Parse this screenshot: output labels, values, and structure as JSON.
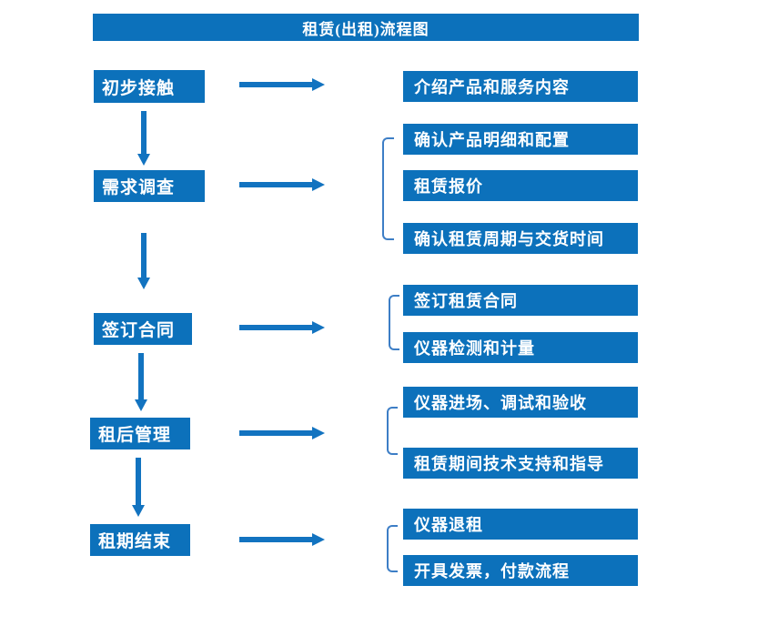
{
  "title": "租赁(出租)流程图",
  "colors": {
    "box_blue": "#0c71bb",
    "arrow_blue": "#1273c0",
    "bracket_blue": "#3d7ec6",
    "text_white": "#ffffff"
  },
  "stages": [
    {
      "label": "初步接触",
      "details": [
        "介绍产品和服务内容"
      ]
    },
    {
      "label": "需求调查",
      "details": [
        "确认产品明细和配置",
        "租赁报价",
        "确认租赁周期与交货时间"
      ]
    },
    {
      "label": "签订合同",
      "details": [
        "签订租赁合同",
        "仪器检测和计量"
      ]
    },
    {
      "label": "租后管理",
      "details": [
        "仪器进场、调试和验收",
        "租赁期间技术支持和指导"
      ]
    },
    {
      "label": "租期结束",
      "details": [
        "仪器退租",
        "开具发票，付款流程"
      ]
    }
  ]
}
